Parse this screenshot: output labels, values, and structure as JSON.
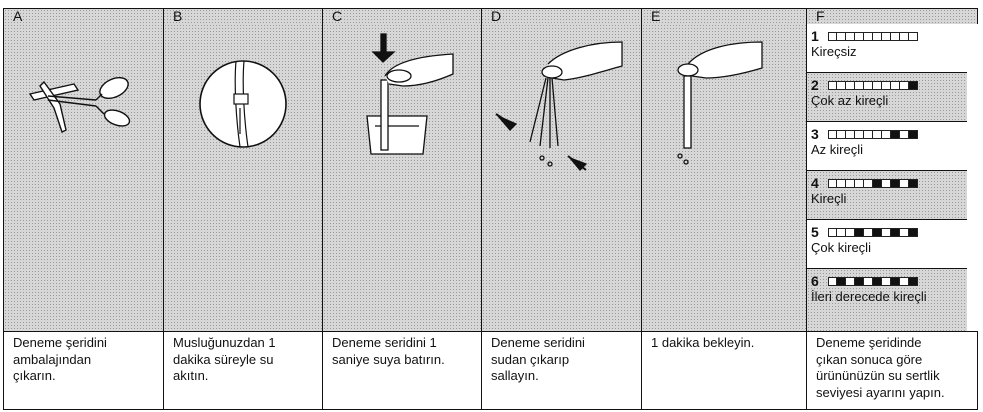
{
  "columns": [
    {
      "letter": "A",
      "text_lines": [
        "Deneme şeridini",
        "ambalajından",
        "çıkarın."
      ]
    },
    {
      "letter": "B",
      "text_lines": [
        "Musluğunuzdan 1",
        "dakika süreyle su",
        "akıtın."
      ]
    },
    {
      "letter": "C",
      "text_lines": [
        "Deneme seridini 1",
        "saniye suya batırın."
      ]
    },
    {
      "letter": "D",
      "text_lines": [
        "Deneme seridini",
        "sudan çıkarıp",
        "sallayın."
      ]
    },
    {
      "letter": "E",
      "text_lines": [
        "1 dakika bekleyin."
      ]
    },
    {
      "letter": "F",
      "text_lines": [
        "Deneme şeridinde",
        "çıkan sonuca göre",
        "ürününüzün su sertlik",
        "seviyesi ayarını yapın."
      ]
    }
  ],
  "hardness_levels": [
    {
      "number": "1",
      "label": "Kireçsiz",
      "filled_count": 0
    },
    {
      "number": "2",
      "label": "Çok az kireçli",
      "filled_count": 1
    },
    {
      "number": "3",
      "label": "Az kireçli",
      "filled_count": 2
    },
    {
      "number": "4",
      "label": "Kireçli",
      "filled_count": 3
    },
    {
      "number": "5",
      "label": "Çok kireçli",
      "filled_count": 4
    },
    {
      "number": "6",
      "label": "İleri derecede kireçli",
      "filled_count": 5
    }
  ]
}
